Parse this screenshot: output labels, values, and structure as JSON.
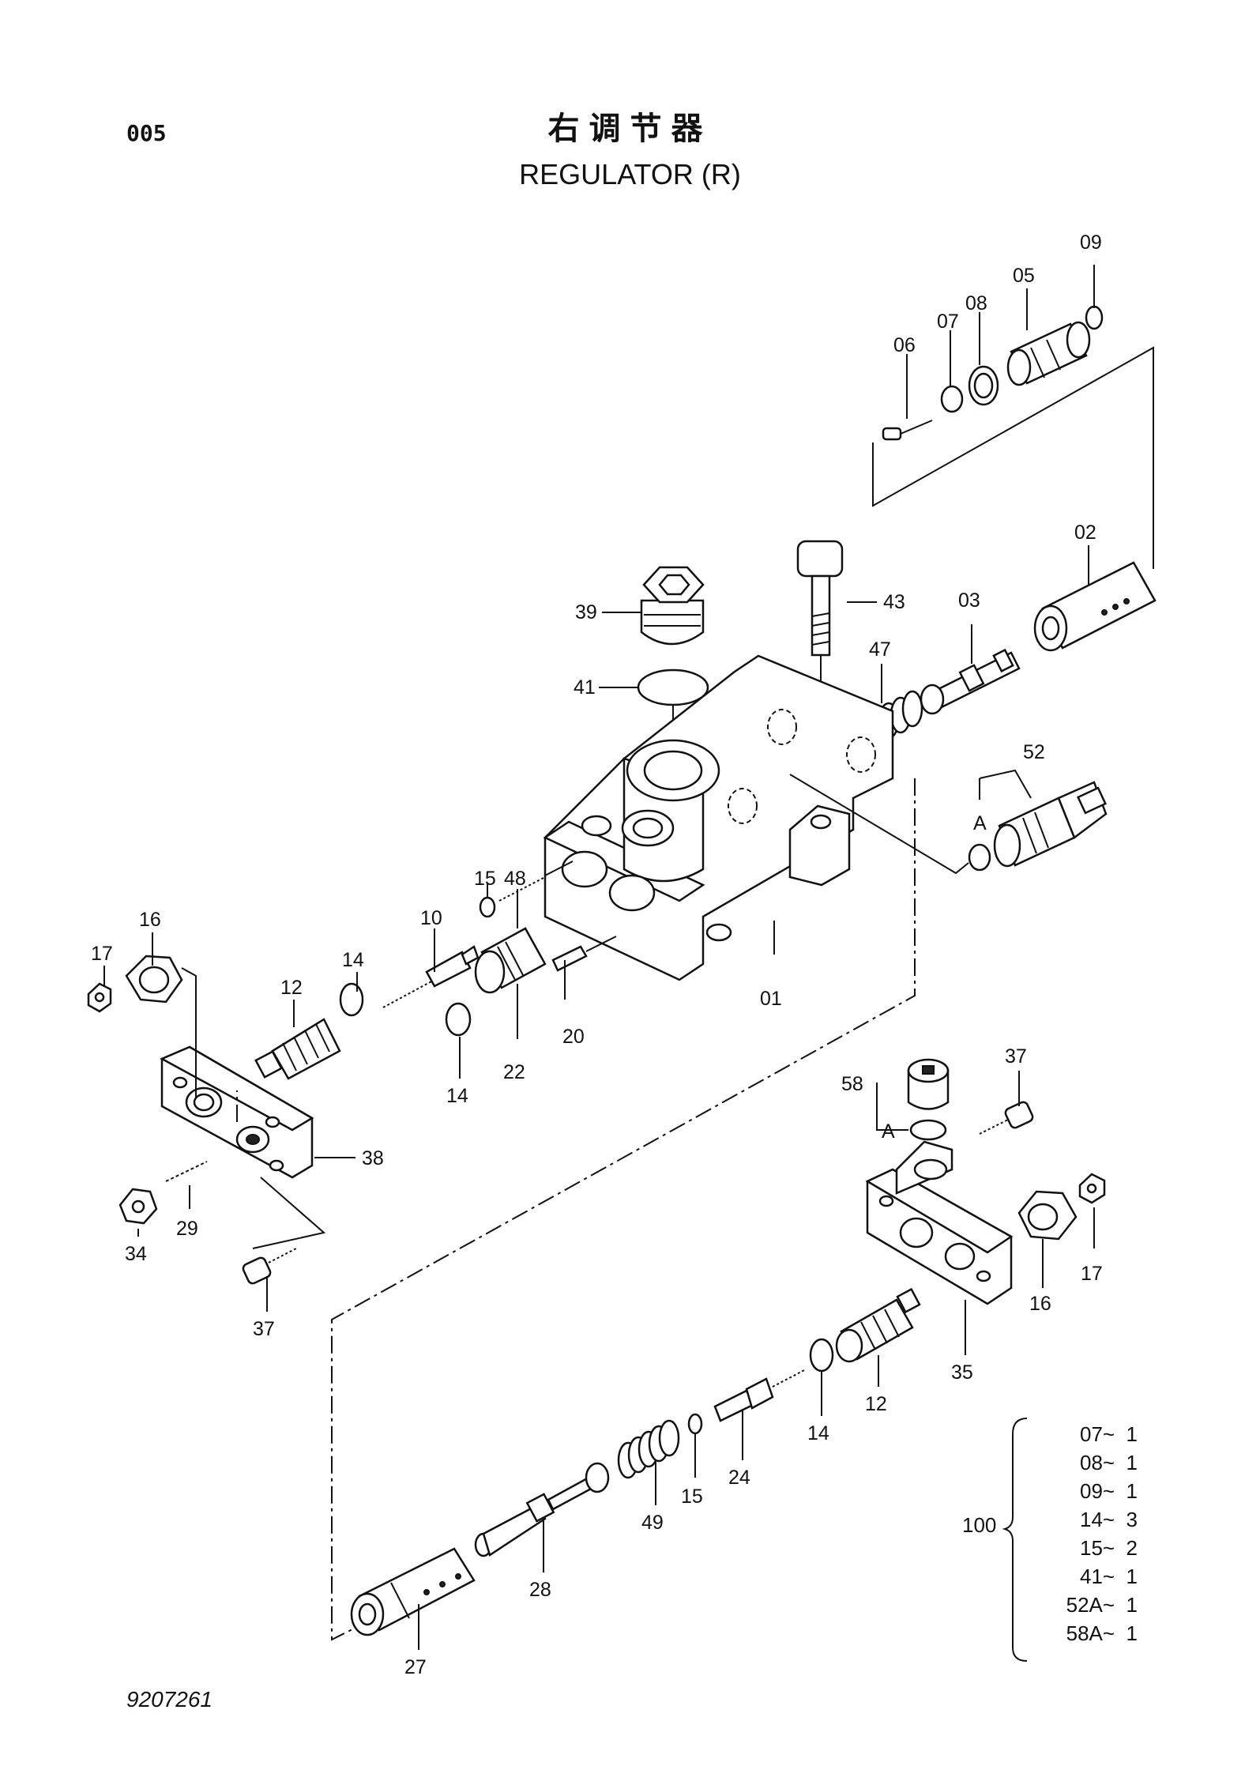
{
  "header": {
    "page_code": "005",
    "title_cn": "右调节器",
    "title_en": "REGULATOR (R)"
  },
  "drawing_number": "9207261",
  "kit": {
    "label": "100",
    "items": [
      "07~  1",
      "08~  1",
      "09~  1",
      "14~  3",
      "15~  2",
      "41~  1",
      "52A~  1",
      "58A~  1"
    ]
  },
  "callouts": {
    "c01": "01",
    "c02": "02",
    "c03": "03",
    "c05": "05",
    "c06": "06",
    "c07": "07",
    "c08": "08",
    "c09": "09",
    "c10": "10",
    "c12a": "12",
    "c12b": "12",
    "c14a": "14",
    "c14b": "14",
    "c14c": "14",
    "c15a": "15",
    "c15b": "15",
    "c16a": "16",
    "c16b": "16",
    "c17a": "17",
    "c17b": "17",
    "c20": "20",
    "c22": "22",
    "c24": "24",
    "c27": "27",
    "c28": "28",
    "c29": "29",
    "c34": "34",
    "c35": "35",
    "c37a": "37",
    "c37b": "37",
    "c38": "38",
    "c39": "39",
    "c41": "41",
    "c43": "43",
    "c47": "47",
    "c48": "48",
    "c49": "49",
    "c52": "52",
    "c58": "58",
    "cA1": "A",
    "cA2": "A"
  }
}
